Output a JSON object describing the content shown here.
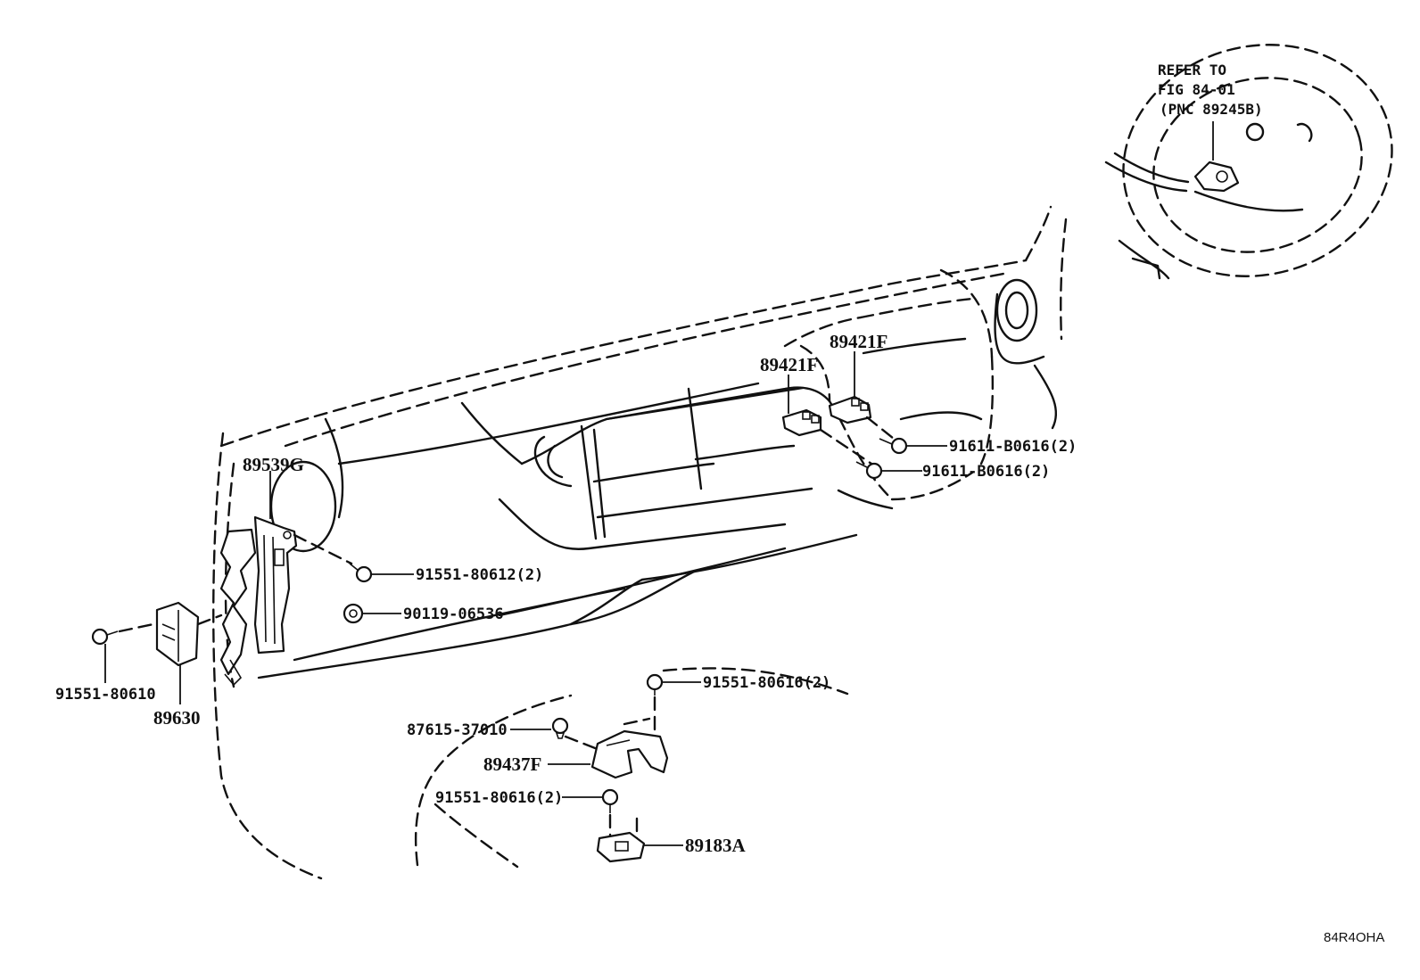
{
  "callouts": {
    "steering_ref_line1": "REFER TO",
    "steering_ref_line2": "FIG 84-01",
    "steering_ref_line3": "(PNC 89245B)",
    "sensor_left": "89421F",
    "sensor_right": "89421F",
    "screw_upper_right_a": "91611-B0616(2)",
    "screw_upper_right_b": "91611-B0616(2)",
    "bracket": "89539G",
    "bolt_mid": "91551-80612(2)",
    "clip_mid": "90119-06536",
    "bolt_left": "91551-80610",
    "control_unit": "89630",
    "bolt_lower_top": "91551-80616(2)",
    "clip_lower": "87615-37010",
    "cover_lower": "89437F",
    "bolt_lower_bottom": "91551-80616(2)",
    "sensor_lower": "89183A"
  },
  "figure_code": "84R4OHA"
}
